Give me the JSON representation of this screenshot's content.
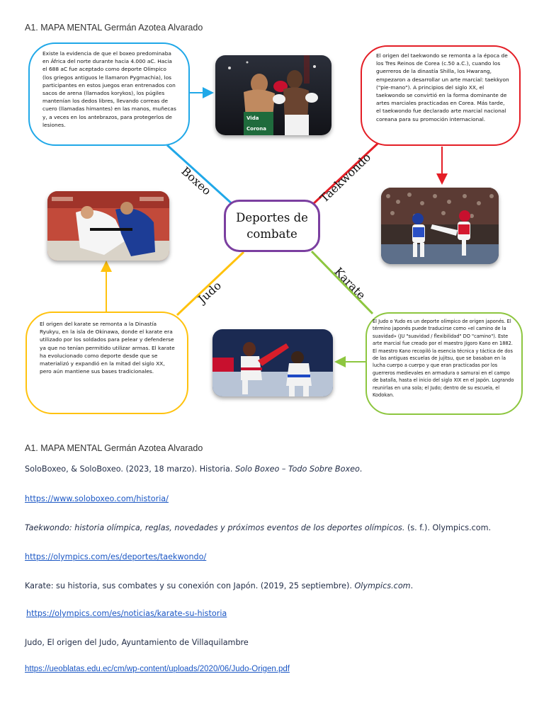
{
  "page": {
    "title": "A1. MAPA MENTAL Germán Azotea Alvarado"
  },
  "mind_map": {
    "center": "Deportes de combate",
    "branches": {
      "boxeo": "Boxeo",
      "taekwondo": "Taekwondo",
      "judo": "Judo",
      "karate": "Karate"
    },
    "bubbles": {
      "boxeo": "Existe la evidencia de que el boxeo predominaba en África del norte durante hacia 4.000 aC. Hacia el 688 aC fue aceptado como deporte Olímpico (los griegos antiguos le llamaron Pygmachia), los participantes en estos juegos eran entrenados con sacos de arena (llamados korykos), los púgiles mantenían los dedos libres, llevando correas de cuero (llamadas himantes) en las manos, muñecas y, a veces en los antebrazos, para protegerlos de lesiones.",
      "taekwondo": "El origen del taekwondo se remonta a la época de los Tres Reinos de Corea (c.50 a.C.), cuando los guerreros de la dinastía Shilla, los Hwarang, empezaron a desarrollar un arte marcial: taekkyon (\"pie-mano\"). A principios del siglo XX, el taekwondo se convirtió en la forma dominante de artes marciales practicadas en Corea. Más tarde, el taekwondo fue declarado arte marcial nacional coreana para su promoción internacional.",
      "karate": "El origen del karate se remonta a la Dinastía Ryukyu, en la isla de Okinawa, donde el karate era utilizado por los soldados para pelear y defenderse ya que no tenían permitido utilizar armas. El karate ha evolucionado como deporte desde que se materializó y expandió en la mitad del siglo XX, pero aún mantiene sus bases tradicionales.",
      "judo": "El Judo o Yudo es un deporte olímpico de origen japonés. El término japonés puede traducirse como «el camino de la suavidad» (JU \"suavidad / flexibilidad\" DO \"camino\"). Este arte marcial fue creado por el maestro Jigoro Kano en 1882. El maestro Kano recopiló la esencia técnica y táctica de dos de las antiguas escuelas de jujitsu, que se basaban en la lucha cuerpo a cuerpo y que eran practicadas por los guerreros medievales en armadura o samurai en el campo de batalla, hasta el inicio del siglo XIX en el Japón. Logrando reunirlas en una sola; el Judo; dentro de su escuela, el Kodokan."
    },
    "photo_labels": {
      "boxing_trunks_1": "Vida",
      "boxing_trunks_2": "Corona"
    }
  },
  "references": {
    "heading": "A1. MAPA MENTAL Germán Azotea Alvarado",
    "r1_text": "SoloBoxeo, & SoloBoxeo. (2023, 18 marzo). Historia. ",
    "r1_italic": "Solo Boxeo – Todo Sobre Boxeo",
    "r1_end": ".",
    "r1_url": "https://www.soloboxeo.com/historia/",
    "r2_italic": "Taekwondo: historia olímpica, reglas, novedades y próximos eventos de los deportes olímpicos.",
    "r2_text": " (s. f.). Olympics.com.",
    "r2_url": "https://olympics.com/es/deportes/taekwondo/",
    "r3_text": "Karate: su historia, sus combates y su conexión con Japón. (2019, 25 septiembre). ",
    "r3_italic": "Olympics.com",
    "r3_end": ".",
    "r3_url": "https://olympics.com/es/noticias/karate-su-historia",
    "r4_text": "Judo, El origen del Judo, Ayuntamiento de Villaquilambre",
    "r4_url": "https://ueoblatas.edu.ec/cm/wp-content/uploads/2020/06/Judo-Origen.pdf"
  },
  "colors": {
    "boxeo": "#20a8e8",
    "taekwondo": "#e41e26",
    "karate": "#ffc20e",
    "judo": "#8dc63f",
    "center": "#7b3fa0",
    "link": "#1a56c4"
  }
}
